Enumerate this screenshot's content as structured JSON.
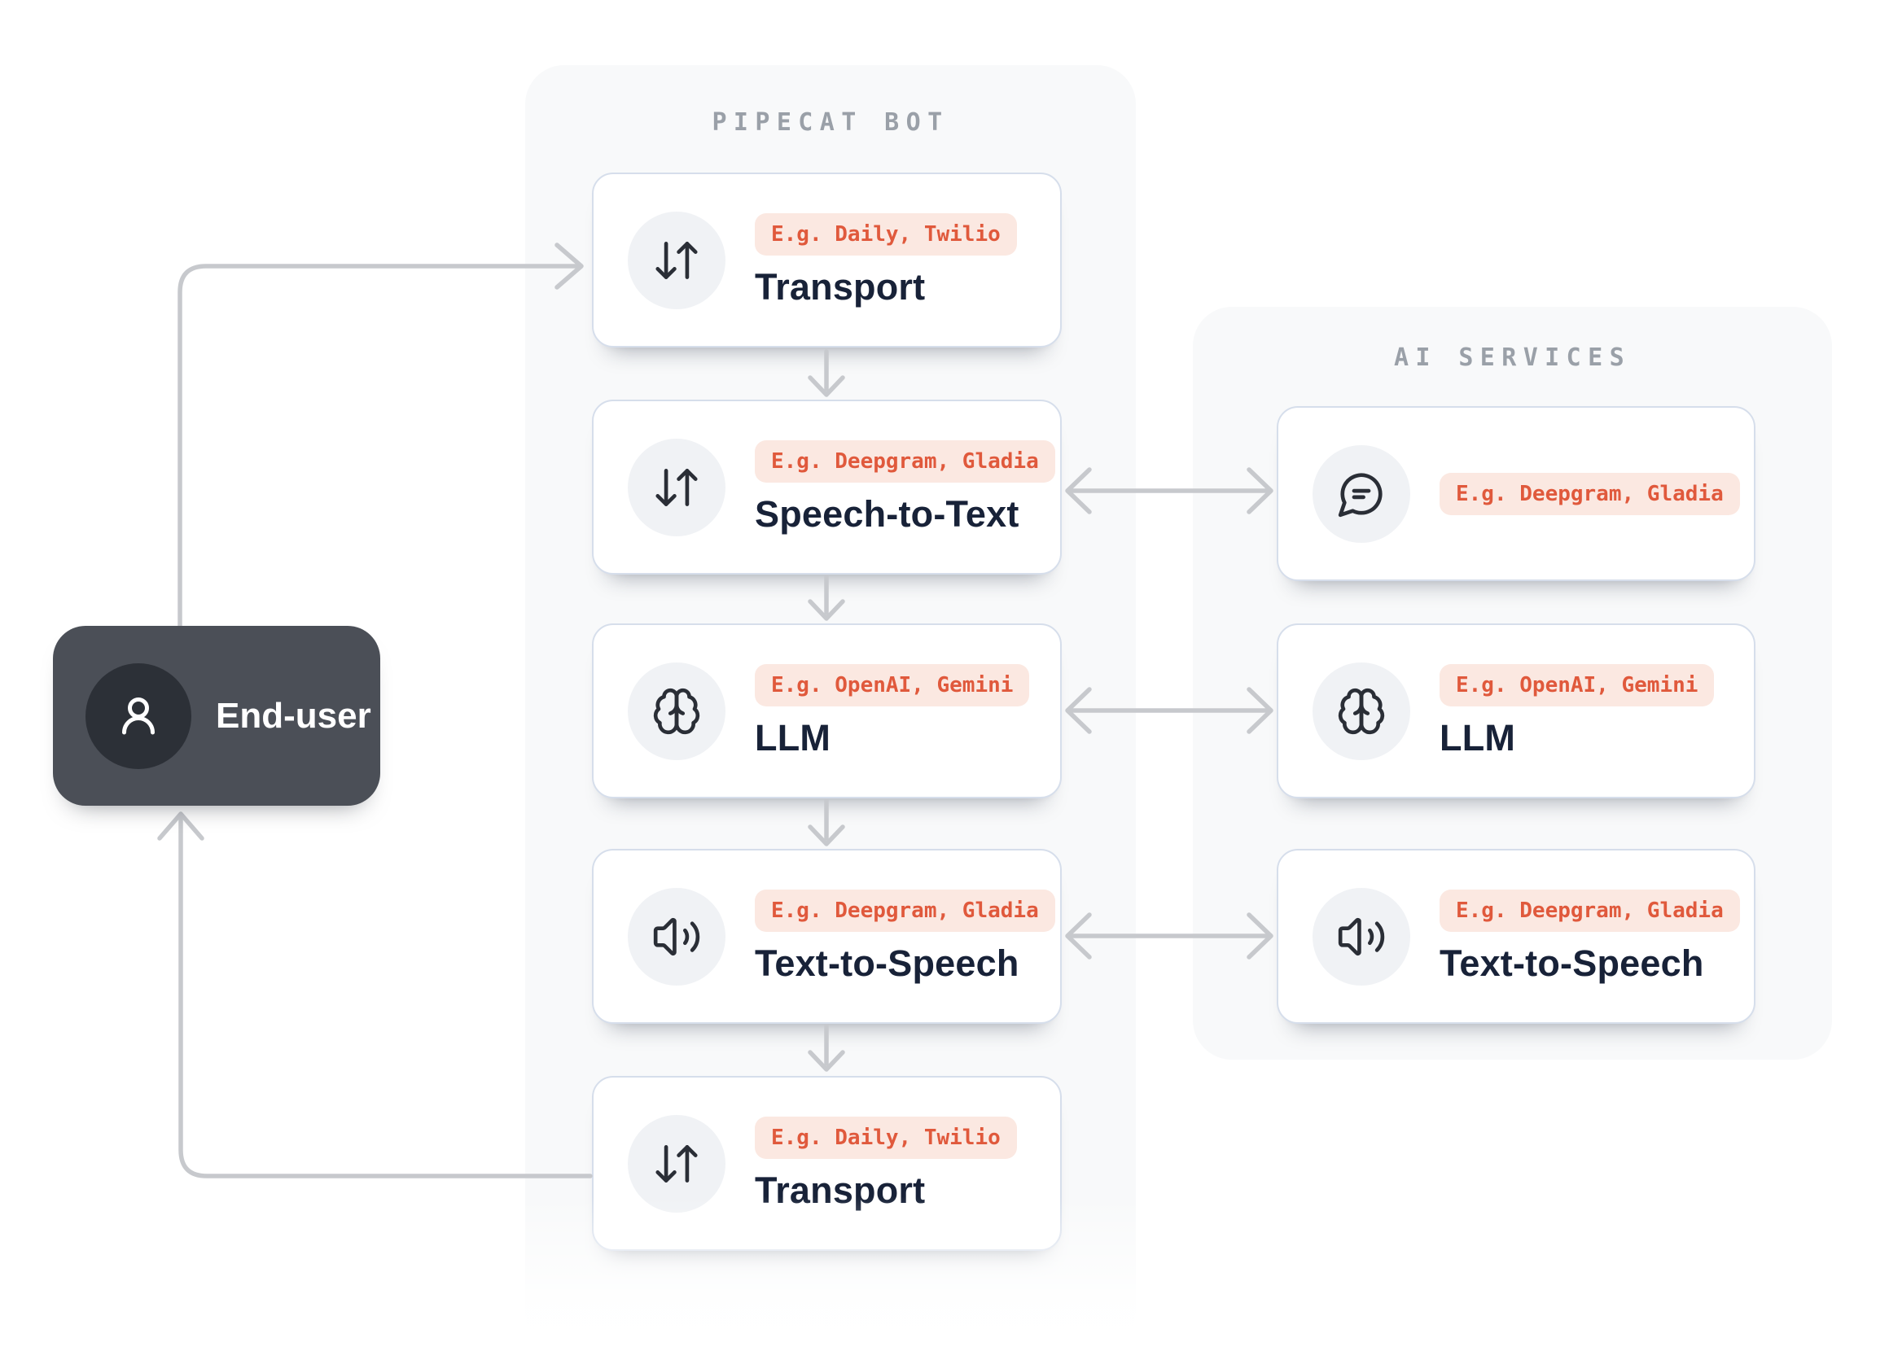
{
  "diagram": {
    "end_user": {
      "label": "End-user",
      "icon": "user-icon"
    },
    "pipecat_panel": {
      "title": "PIPECAT BOT",
      "cards": [
        {
          "icon": "arrows-down-up-icon",
          "badge": "E.g. Daily, Twilio",
          "title": "Transport"
        },
        {
          "icon": "arrows-down-up-icon",
          "badge": "E.g. Deepgram, Gladia",
          "title": "Speech-to-Text"
        },
        {
          "icon": "brain-icon",
          "badge": "E.g. OpenAI, Gemini",
          "title": "LLM"
        },
        {
          "icon": "speaker-icon",
          "badge": "E.g. Deepgram, Gladia",
          "title": "Text-to-Speech"
        },
        {
          "icon": "arrows-down-up-icon",
          "badge": "E.g. Daily, Twilio",
          "title": "Transport"
        }
      ]
    },
    "ai_panel": {
      "title": "AI SERVICES",
      "cards": [
        {
          "icon": "speech-bubble-icon",
          "badge": "E.g. Deepgram, Gladia",
          "title": ""
        },
        {
          "icon": "brain-icon",
          "badge": "E.g. OpenAI, Gemini",
          "title": "LLM"
        },
        {
          "icon": "speaker-icon",
          "badge": "E.g. Deepgram, Gladia",
          "title": "Text-to-Speech"
        }
      ]
    },
    "colors": {
      "badge_bg": "#fbe8e1",
      "badge_text": "#e0593c",
      "connector": "#c7c9cd",
      "panel_bg": "#f8f9fa",
      "card_border": "#d6deeb",
      "title_text": "#182238",
      "panel_title_text": "#9aa0a8",
      "end_user_bg": "#4b4f57",
      "end_user_circle": "#2c3037"
    }
  }
}
